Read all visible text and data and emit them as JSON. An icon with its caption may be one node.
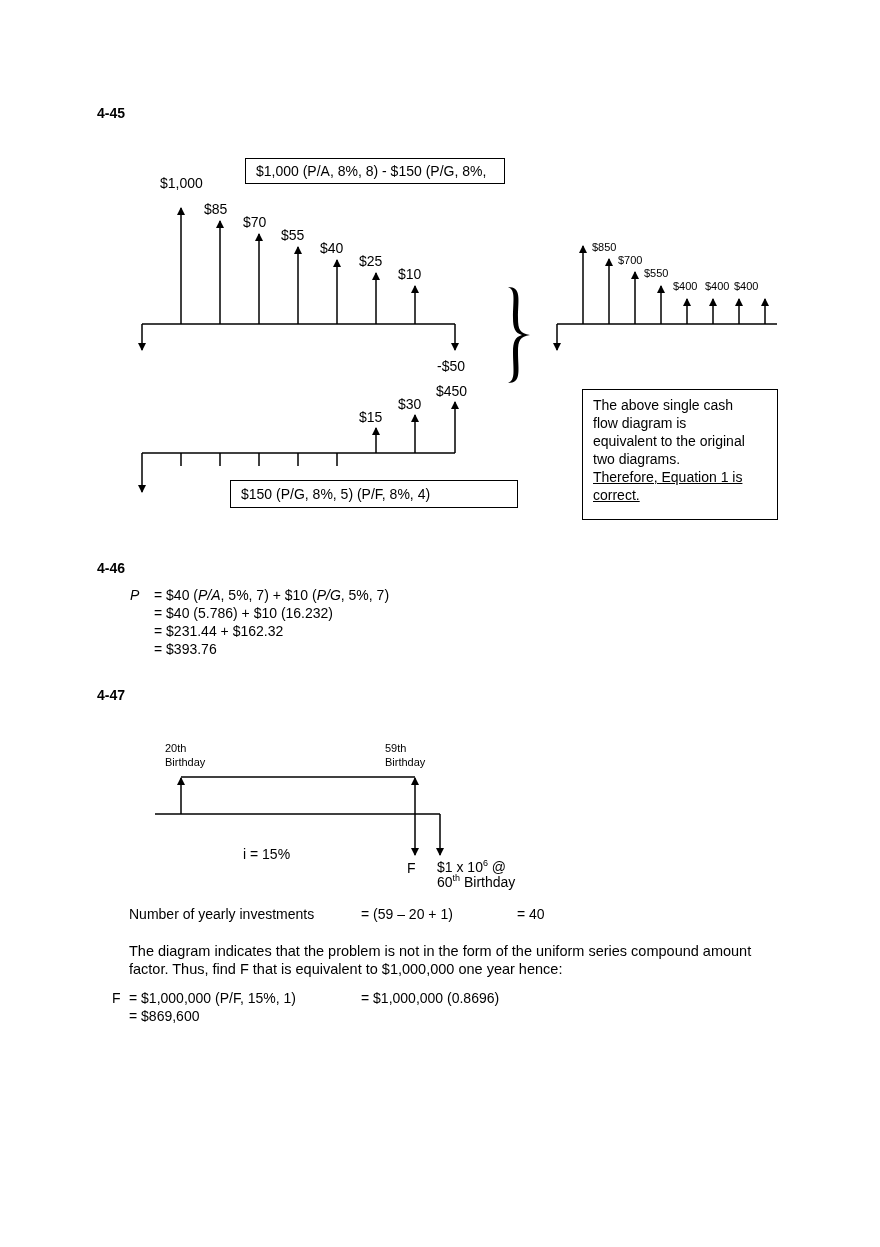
{
  "diagram": {
    "nodes": [
      {
        "text": [
          "$1,000 (P/A, 8%, 8) - $150 (P/G, 8%,"
        ]
      },
      {
        "text": [
          "$150 (P/G, 8%, 5) (P/F, 8%, 4)"
        ]
      },
      {
        "text": [
          "The above single cash flow diagram is equivalent to the original two diagrams.",
          "Therefore, Equation 1 is correct."
        ]
      }
    ],
    "labels": [
      "4-45",
      "$1,000",
      "$85",
      "$70",
      "$55",
      "$40",
      "$25",
      "$10",
      "-$50",
      "$450",
      "$30",
      "$15",
      "$850",
      "$700",
      "$550",
      "$400",
      "$400",
      "$400",
      "4-46",
      "P",
      "= $40 (*P/A*, 5%, 7) + $10 (*P/G*, 5%, 7)",
      "= $40 (5.786) + $10 (16.232)",
      "= $231.44 + $162.32",
      "= $393.76",
      "4-47",
      "20th Birthday",
      "59th Birthday",
      "i = 15%",
      "F",
      "$1 x 10$^{6}$ @ 60$^{th}$ Birthday",
      "Number of yearly investments",
      "= (59 – 20 + 1)",
      "= 40",
      "The diagram indicates that the problem is not in the form of the uniform series compound amount factor.  Thus, find F that is equivalent to $1,000,000 one year hence:",
      "F",
      "= $1,000,000 (P/F, 15%, 1)",
      "= $1,000,000 (0.8696)",
      "= $869,600"
    ]
  }
}
